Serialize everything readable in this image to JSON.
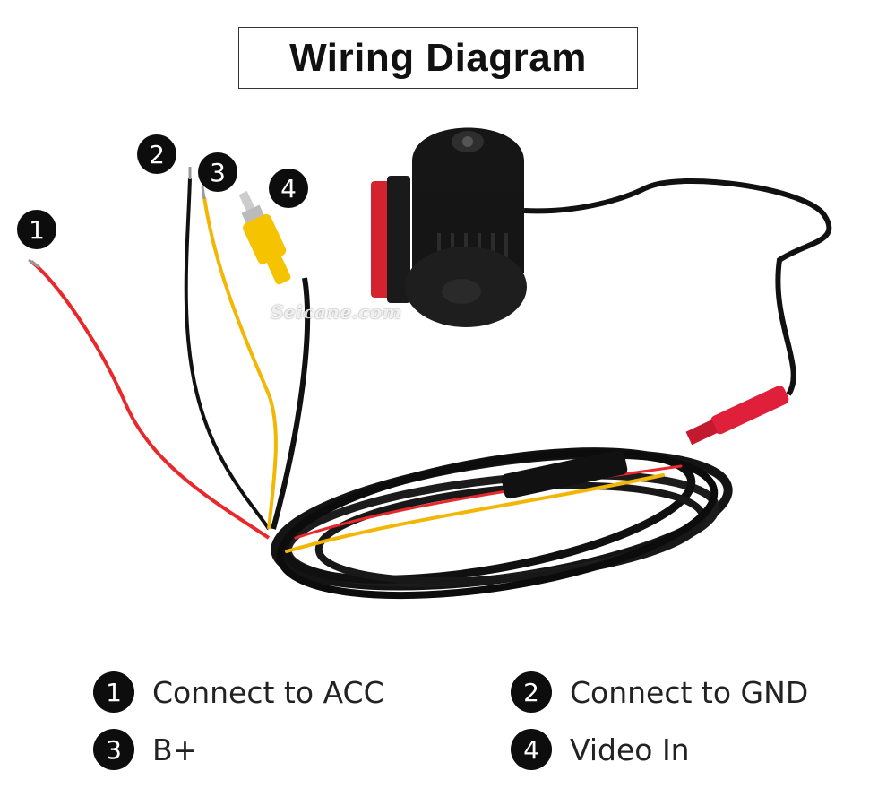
{
  "title": "Wiring Diagram",
  "watermark": "Seicane.com",
  "callouts": [
    "1",
    "2",
    "3",
    "4"
  ],
  "legend": [
    {
      "num": "1",
      "label": "Connect to ACC"
    },
    {
      "num": "2",
      "label": "Connect to GND"
    },
    {
      "num": "3",
      "label": "B+"
    },
    {
      "num": "4",
      "label": "Video In"
    }
  ],
  "colors": {
    "wire_red": "#e8282a",
    "wire_black": "#111111",
    "wire_yellow": "#f2b705",
    "rca_yellow": "#f5c300",
    "connector_red": "#e0203a"
  }
}
